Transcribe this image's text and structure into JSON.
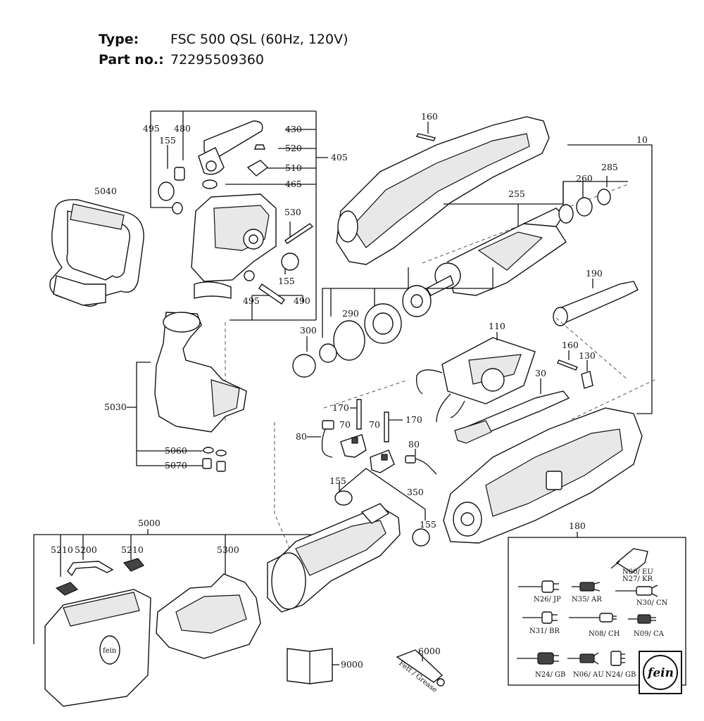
{
  "header": {
    "type_label": "Type:",
    "type_value": "FSC 500 QSL (60Hz, 120V)",
    "part_label": "Part no.:",
    "part_value": "72295509360"
  },
  "part_labels": {
    "p10": "10",
    "p30": "30",
    "p70a": "70",
    "p70b": "70",
    "p80a": "80",
    "p80b": "80",
    "p110": "110",
    "p130": "130",
    "p155a": "155",
    "p155b": "155",
    "p155c": "155",
    "p155d": "155",
    "p160a": "160",
    "p160b": "160",
    "p170a": "170",
    "p170b": "170",
    "p180": "180",
    "p190": "190",
    "p255": "255",
    "p260": "260",
    "p285": "285",
    "p290": "290",
    "p300": "300",
    "p350": "350",
    "p405": "405",
    "p430": "430",
    "p465": "465",
    "p480": "480",
    "p490": "490",
    "p495a": "495",
    "p495b": "495",
    "p510": "510",
    "p520": "520",
    "p530": "530",
    "p5000": "5000",
    "p5030": "5030",
    "p5040": "5040",
    "p5060": "5060",
    "p5070": "5070",
    "p5200": "5200",
    "p5210a": "5210",
    "p5210b": "5210",
    "p5300": "5300",
    "p6000": "6000",
    "p9000": "9000"
  },
  "plug_labels": {
    "eu": "N00/ EU",
    "kr": "N27/ KR",
    "jp": "N26/ JP",
    "ar": "N35/ AR",
    "cn": "N30/ CN",
    "br": "N31/ BR",
    "ch": "N08/ CH",
    "ca": "N09/ CA",
    "gb1": "N24/ GB",
    "au": "N06/ AU",
    "gb2": "N24/ GB"
  },
  "tube_text": "Fett / Grease",
  "logo_text": "fein",
  "icons": [
    "exploded-parts-drawing",
    "plug-icon",
    "fein-logo"
  ]
}
